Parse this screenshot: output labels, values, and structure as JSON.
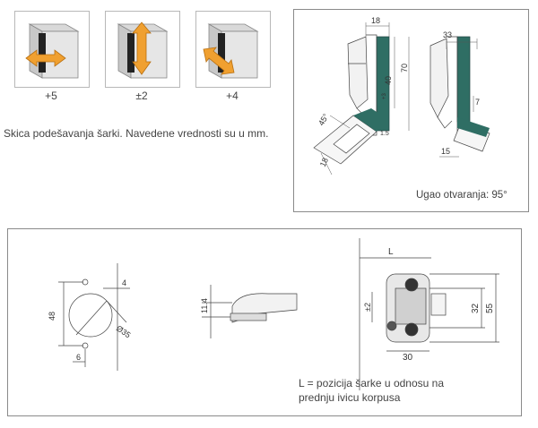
{
  "tiles": [
    {
      "label": "+5",
      "arrow": "horizontal-double-arrow"
    },
    {
      "label": "±2",
      "arrow": "vertical-double-arrow"
    },
    {
      "label": "+4",
      "arrow": "diagonal-double-arrow"
    }
  ],
  "caption": "Skica podešavanja šarki. Navedene vrednosti su u mm.",
  "top_panel": {
    "dims": {
      "d18": "18",
      "d70": "70",
      "d40": "40",
      "d45": "45°",
      "d18b": "18",
      "d1_5": "1.5",
      "d1_3": "+3",
      "d33": "33",
      "d7": "7",
      "d15": "15"
    },
    "opening_angle": "Ugao otvaranja: 95°"
  },
  "bottom_panel": {
    "dims": {
      "d48": "48",
      "d4": "4",
      "d35": "Ø35",
      "d6": "6",
      "d11_4": "11.4",
      "dL": "L",
      "d2": "±2",
      "d32": "32",
      "d55": "55",
      "d30": "30"
    },
    "note_line1": "L = pozicija šarke u odnosu na",
    "note_line2": "prednju ivicu korpusa"
  },
  "colors": {
    "accent_orange": "#f0a030",
    "teal": "#2f6e64",
    "frame": "#8a8a8a"
  }
}
